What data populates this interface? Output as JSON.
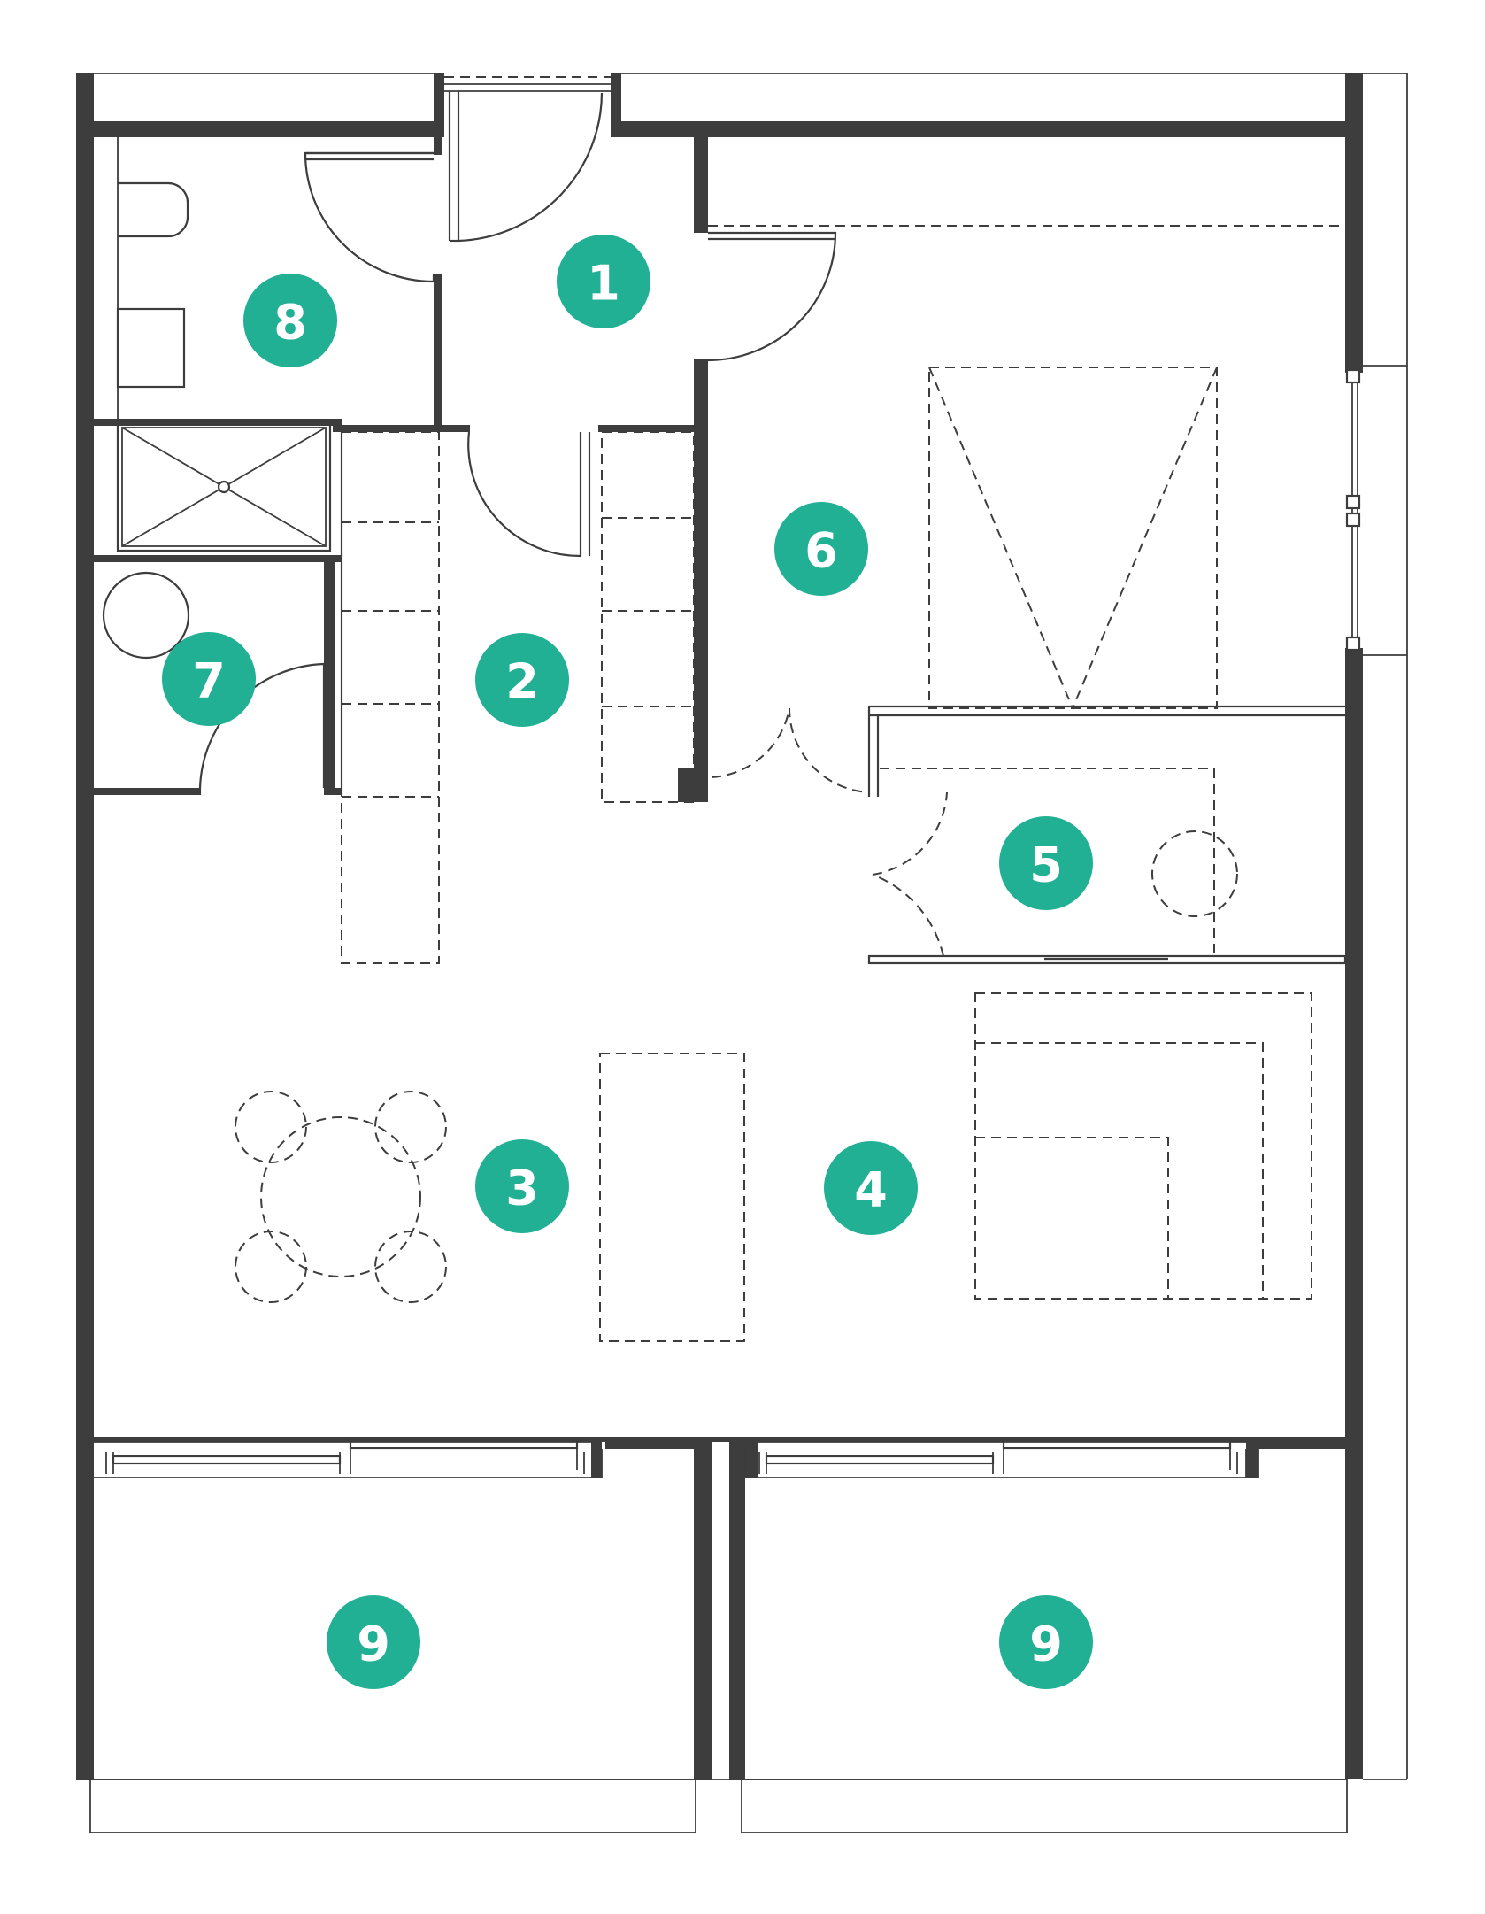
{
  "plan": {
    "accent_color": "#21b094",
    "rooms": [
      {
        "id": "room-1",
        "label": "1"
      },
      {
        "id": "room-2",
        "label": "2"
      },
      {
        "id": "room-3",
        "label": "3"
      },
      {
        "id": "room-4",
        "label": "4"
      },
      {
        "id": "room-5",
        "label": "5"
      },
      {
        "id": "room-6",
        "label": "6"
      },
      {
        "id": "room-7",
        "label": "7"
      },
      {
        "id": "room-8",
        "label": "8"
      },
      {
        "id": "room-9a",
        "label": "9"
      },
      {
        "id": "room-9b",
        "label": "9"
      }
    ]
  }
}
